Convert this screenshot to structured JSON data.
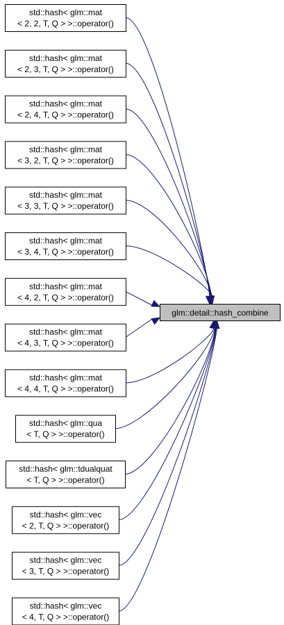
{
  "target": {
    "label": "glm::detail::hash_combine"
  },
  "callers": [
    {
      "line1": "std::hash< glm::mat",
      "line2": "< 2, 2, T, Q > >::operator()"
    },
    {
      "line1": "std::hash< glm::mat",
      "line2": "< 2, 3, T, Q > >::operator()"
    },
    {
      "line1": "std::hash< glm::mat",
      "line2": "< 2, 4, T, Q > >::operator()"
    },
    {
      "line1": "std::hash< glm::mat",
      "line2": "< 3, 2, T, Q > >::operator()"
    },
    {
      "line1": "std::hash< glm::mat",
      "line2": "< 3, 3, T, Q > >::operator()"
    },
    {
      "line1": "std::hash< glm::mat",
      "line2": "< 3, 4, T, Q > >::operator()"
    },
    {
      "line1": "std::hash< glm::mat",
      "line2": "< 4, 2, T, Q > >::operator()"
    },
    {
      "line1": "std::hash< glm::mat",
      "line2": "< 4, 3, T, Q > >::operator()"
    },
    {
      "line1": "std::hash< glm::mat",
      "line2": "< 4, 4, T, Q > >::operator()"
    },
    {
      "line1": "std::hash< glm::qua",
      "line2": "< T, Q > >::operator()"
    },
    {
      "line1": "std::hash< glm::tdualquat",
      "line2": "< T, Q > >::operator()"
    },
    {
      "line1": "std::hash< glm::vec",
      "line2": "< 2, T, Q > >::operator()"
    },
    {
      "line1": "std::hash< glm::vec",
      "line2": "< 3, T, Q > >::operator()"
    },
    {
      "line1": "std::hash< glm::vec",
      "line2": "< 4, T, Q > >::operator()"
    }
  ],
  "colors": {
    "edge": "#191970",
    "target_fill": "#bfbfbf",
    "node_border": "#000000"
  }
}
